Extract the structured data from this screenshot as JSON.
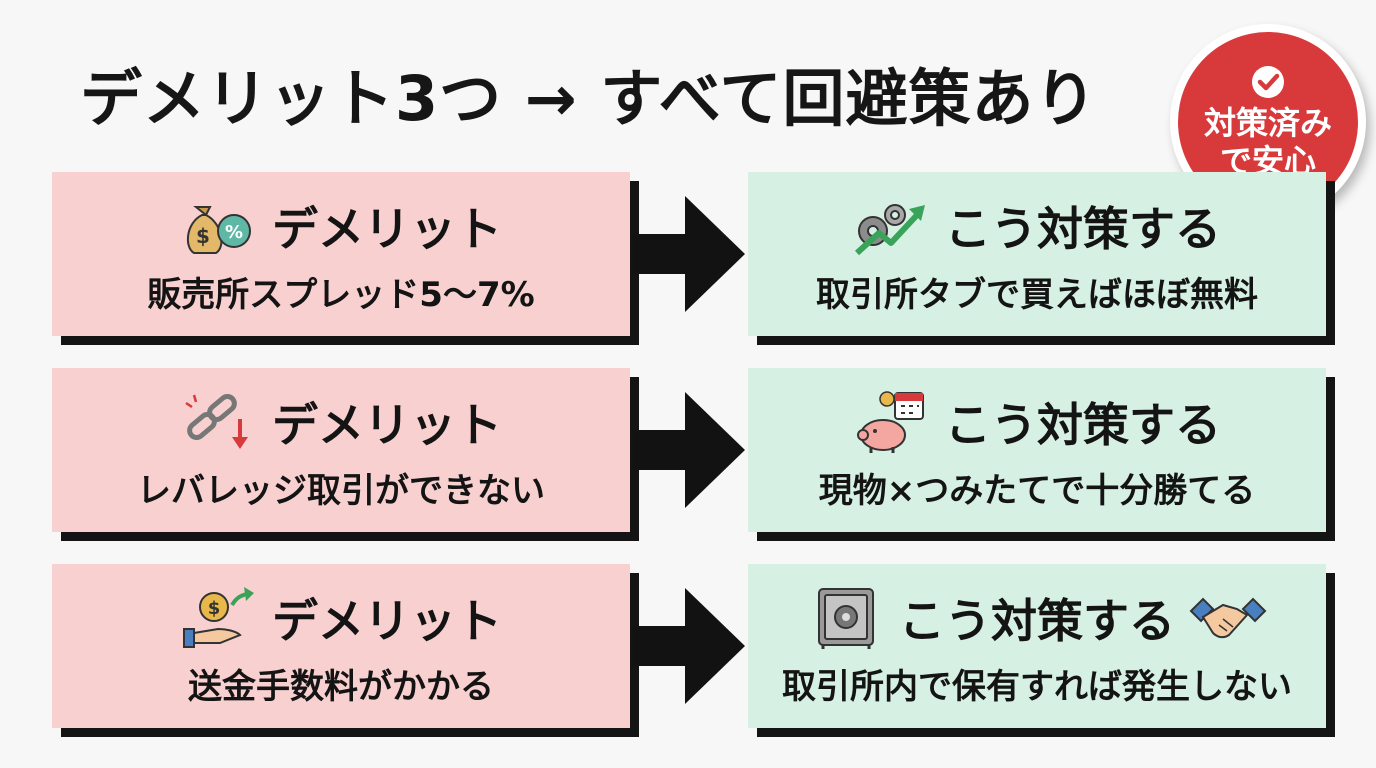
{
  "title": "デメリット3つ → すべて回避策あり",
  "badge": {
    "line1": "対策済み",
    "line2": "で安心"
  },
  "rows": [
    {
      "demerit_heading": "デメリット",
      "demerit_text": "販売所スプレッド5〜7%",
      "demerit_icon": "money-bag-percent-icon",
      "solution_heading": "こう対策する",
      "solution_text": "取引所タブで買えばほぼ無料",
      "solution_icon": "gears-growth-arrow-icon"
    },
    {
      "demerit_heading": "デメリット",
      "demerit_text": "レバレッジ取引ができない",
      "demerit_icon": "broken-chain-down-arrow-icon",
      "solution_heading": "こう対策する",
      "solution_text": "現物×つみたてで十分勝てる",
      "solution_icon": "piggy-bank-calendar-icon"
    },
    {
      "demerit_heading": "デメリット",
      "demerit_text": "送金手数料がかかる",
      "demerit_icon": "hand-coin-transfer-icon",
      "solution_heading": "こう対策する",
      "solution_text": "取引所内で保有すれば発生しない",
      "solution_icon": "safe-icon",
      "solution_icon_extra": "handshake-icon"
    }
  ],
  "colors": {
    "demerit_bg": "#f8d0d0",
    "solution_bg": "#d6f0e4",
    "badge_red": "#d83a3c",
    "shadow": "#141414"
  }
}
